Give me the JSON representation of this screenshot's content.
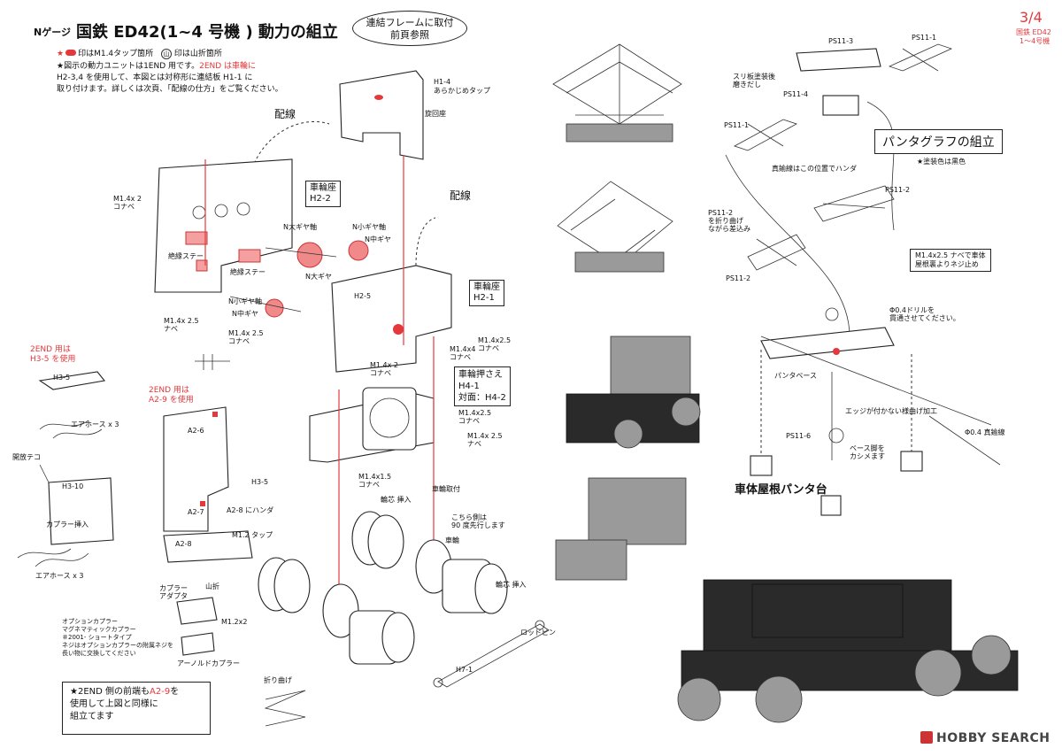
{
  "header": {
    "gauge": "Nゲージ",
    "title": "国鉄 ED42(1~4 号機 ) 動力の組立",
    "legend_tap": "印はM1.4タップ箇所",
    "legend_fold": "印は山折箇所",
    "note1": "★図示の動力ユニットは1END 用です。",
    "note1_red": "2END は車輪に",
    "note2": "H2-3,4 を使用して、本図とは対称形に連結板 H1-1 に",
    "note3": "取り付けます。詳しくは次頁、「配線の仕方」をご覧ください。"
  },
  "page_number": "3/4",
  "page_sub1": "国鉄 ED42",
  "page_sub2": "1～4号機",
  "callout_frame": "連結フレームに取付\n前頁参照",
  "motor_unit": {
    "wiring1": "配線",
    "wiring2": "配線",
    "h1_4": "H1-4",
    "pretap": "あらかじめタップ",
    "rotation_seat": "旋回座",
    "wheel_seat_1": "車輪座\nH2-2",
    "wheel_seat_2": "車輪座\nH2-1",
    "m14x2_top": "M1.4x 2\nコナベ",
    "insul_stay_1": "絶縁ステー",
    "insul_stay_2": "絶縁ステー",
    "n_large_gear_shaft": "N大ギヤ軸",
    "n_small_gear_shaft": "N小ギヤ軸",
    "n_mid_gear_top": "N中ギヤ",
    "n_large_gear": "N大ギヤ",
    "n_small_gear_shaft2": "N小ギヤ軸",
    "n_mid_gear": "N中ギヤ",
    "h2_5": "H2-5",
    "m14x25_nabe": "M1.4x 2.5\nナベ",
    "m14x25_konabe_1": "M1.4x 2.5\nコナベ",
    "m14x4": "M1.4x4\nコナベ",
    "m14x25_konabe_2": "M1.4x2.5\nコナベ",
    "m14x2_konabe": "M1.4x 2\nコナベ",
    "wheel_presser": "車輪押さえ\nH4-1\n対面：H4-2",
    "m14x25_konabe_3": "M1.4x2.5\nコナベ",
    "m14x25_nabe_2": "M1.4x 2.5\nナベ",
    "m14x15": "M1.4x1.5\nコナベ",
    "axle_insert_1": "輪芯 挿入",
    "wheel_attach": "車輪取付",
    "phase_note": "こちら側は\n90 度先行します",
    "wheel": "車輪",
    "axle_insert_2": "輪芯 挿入",
    "rod_pin": "ロッドピン",
    "h7_1": "H7-1",
    "fold": "折り曲げ"
  },
  "end_unit": {
    "note_2end_h35": "2END 用は\nH3-5 を使用",
    "note_2end_a29": "2END 用は\nA2-9 を使用",
    "h3_5": "H3-5",
    "a2_6": "A2-6",
    "air_hose_x3_top": "エアホース x 3",
    "open_teko": "開放テコ",
    "h3_10": "H3-10",
    "h3_5b": "H3-5",
    "coupler_insert": "カプラー挿入",
    "a2_7": "A2-7",
    "a2_8_solder": "A2-8 にハンダ",
    "a2_8": "A2-8",
    "m12_tap": "M1.2 タップ",
    "air_hose_x3_bottom": "エアホース x 3",
    "coupler_adapter": "カプラー\nアダプタ",
    "mountain_fold": "山折",
    "m12x2": "M1.2x2",
    "option_coupler": "オプションカプラー\nマグネマティックカプラー\n＃2001- ショートタイプ\nネジはオプションカプラーの附属ネジを\n長い物に交換してください",
    "arnold": "アーノルドカプラー",
    "bottom_note_1": "★2END 側の前端も",
    "bottom_note_1_red": "A2-9",
    "bottom_note_1_end": "を",
    "bottom_note_2": "使用して上図と同様に",
    "bottom_note_3": "組立てます"
  },
  "pantograph": {
    "ps11_3": "PS11-3",
    "ps11_1_top": "PS11-1",
    "ps11_4": "PS11-4",
    "slide_plate": "スリ板塗装後\n磨きだし",
    "ps11_1": "PS11-1",
    "title": "パンタグラフの組立",
    "paint_note": "★塗装色は黒色",
    "brass_note": "真鍮線はこの位置でハンダ",
    "ps11_2_top": "PS11-2",
    "ps11_2_fold": "PS11-2\nを折り曲げ\nながら差込み",
    "ps11_2_bottom": "PS11-2",
    "screw_note": "M1.4x2.5 ナベで車体\n屋根裏よりネジ止め",
    "drill_note": "Φ0.4ドリルを\n貫通させてください。",
    "panta_base": "パンタベース",
    "edge_note": "エッジが付かない様曲げ加工",
    "brass_wire": "Φ0.4 真鍮線",
    "ps11_6": "PS11-6",
    "base_leg": "ベース脚を\nカシメます",
    "roof_stand": "車体屋根パンタ台"
  },
  "watermark": "HOBBY SEARCH",
  "colors": {
    "accent": "#e3393c",
    "ink": "#111111"
  }
}
